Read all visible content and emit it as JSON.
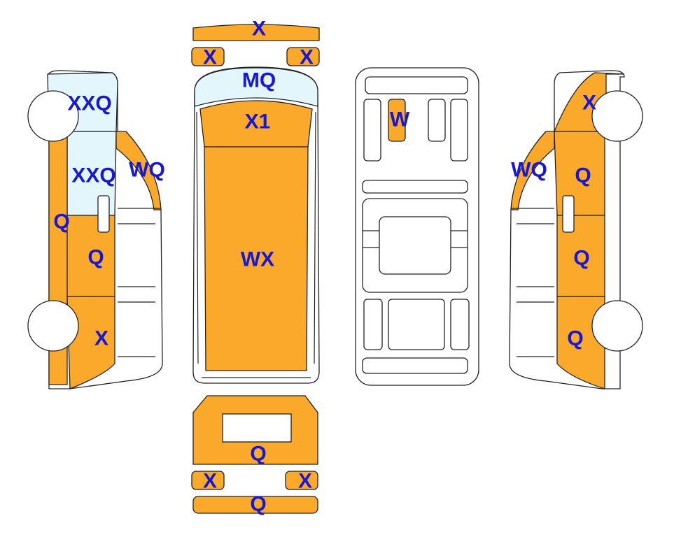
{
  "colors": {
    "damaged": "#FBA92B",
    "glass": "#E3F6FC",
    "normal": "#FFFFFF",
    "outline": "#222222",
    "label": "#1818D4"
  },
  "labels": {
    "front_bumper": "X",
    "front_left_light": "X",
    "front_right_light": "X",
    "windshield": "MQ",
    "hood": "X1",
    "roof": "WX",
    "interior_seat": "W",
    "left_front_window": "XXQ",
    "left_rear_window": "XXQ",
    "left_mirror": "WQ",
    "left_sill": "Q",
    "left_door": "Q",
    "left_rear_quarter": "X",
    "right_mirror": "WQ",
    "right_front": "X",
    "right_front_door": "Q",
    "right_rear_door": "Q",
    "right_rear_quarter": "Q",
    "tailgate": "Q",
    "rear_left_light": "X",
    "rear_right_light": "X",
    "rear_bumper": "Q"
  }
}
